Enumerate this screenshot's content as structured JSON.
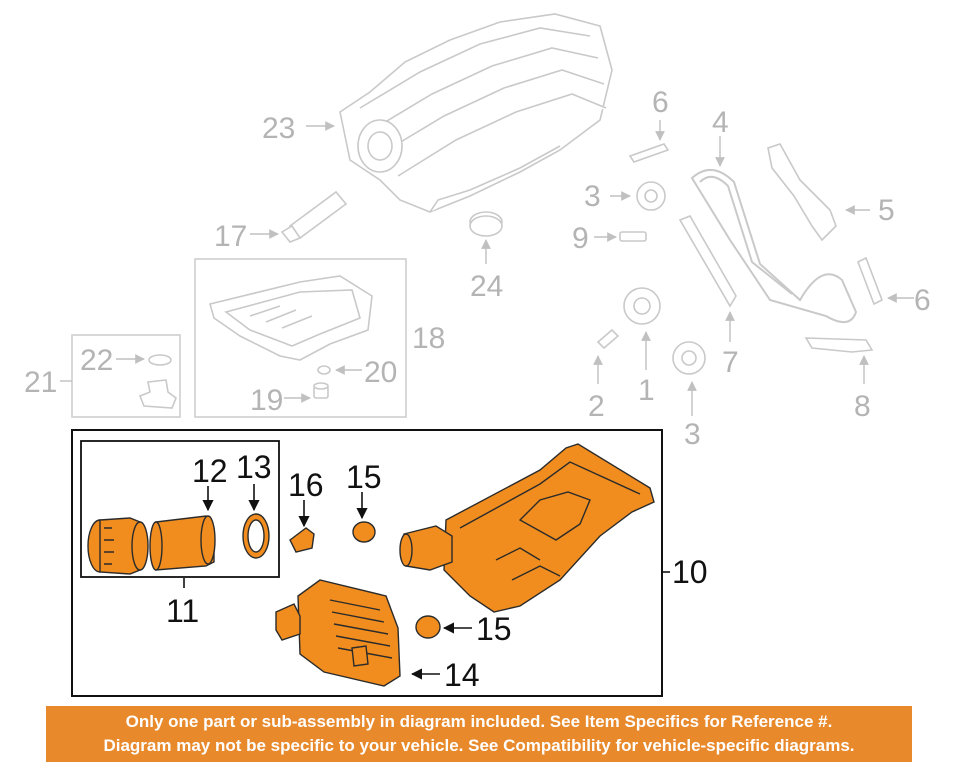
{
  "colors": {
    "part_fill": "#f08d1e",
    "part_outline": "#2b2b2b",
    "ghost_line": "#c9c9c9",
    "ghost_text": "#b4b4b4",
    "callout_text": "#111111",
    "banner_bg": "#e8892c",
    "banner_text": "#ffffff"
  },
  "callouts": {
    "c23": "23",
    "c6a": "6",
    "c4": "4",
    "c3a": "3",
    "c5": "5",
    "c17": "17",
    "c9": "9",
    "c24": "24",
    "c6b": "6",
    "c18": "18",
    "c22": "22",
    "c21": "21",
    "c20": "20",
    "c19": "19",
    "c2": "2",
    "c1": "1",
    "c7": "7",
    "c8": "8",
    "c3b": "3",
    "c12": "12",
    "c13": "13",
    "c16": "16",
    "c15a": "15",
    "c10": "10",
    "c11": "11",
    "c15b": "15",
    "c14": "14"
  },
  "banner": {
    "line1": "Only one part or sub-assembly in diagram included. See Item Specifics for Reference #.",
    "line2": "Diagram may not be specific to your vehicle. See Compatibility for vehicle-specific diagrams."
  },
  "icons": [
    "intake-manifold-icon",
    "oil-pan-icon",
    "oil-filter-icon",
    "oil-cooler-icon",
    "timing-chain-icon",
    "sprocket-icon"
  ]
}
